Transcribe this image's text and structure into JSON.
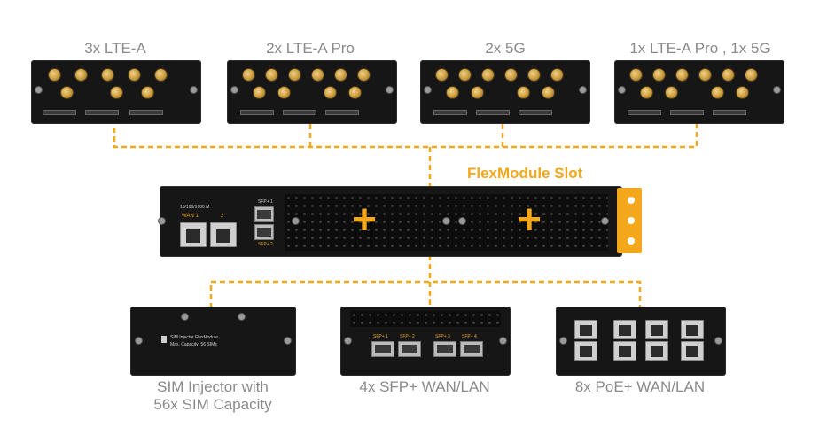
{
  "top_modules": [
    {
      "label": "3x LTE-A"
    },
    {
      "label": "2x LTE-A Pro"
    },
    {
      "label": "2x 5G"
    },
    {
      "label": "1x LTE-A Pro , 1x 5G"
    }
  ],
  "slot_title": "FlexModule Slot",
  "router": {
    "port_header": "10/100/1000 M",
    "wan1": "WAN 1",
    "wan2": "2",
    "sfp1": "SFP+ 1",
    "sfp2": "SFP+ 2"
  },
  "bottom_modules": [
    {
      "label_line1": "SIM Injector with",
      "label_line2": "56x SIM Capacity",
      "panel_text_1": "SIM Injector FlexModule",
      "panel_text_2": "Max. Capacity: 56 SIMs"
    },
    {
      "label": "4x SFP+ WAN/LAN",
      "ports": [
        "SFP+ 1",
        "SFP+ 2",
        "SFP+ 3",
        "SFP+ 4"
      ]
    },
    {
      "label": "8x PoE+ WAN/LAN"
    }
  ],
  "colors": {
    "accent": "#f3a81c",
    "label": "#8a8a8a",
    "hardware": "#161616"
  }
}
